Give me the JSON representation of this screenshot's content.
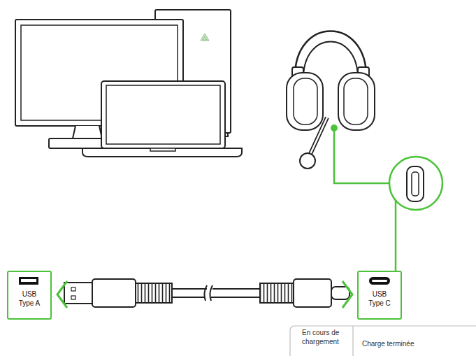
{
  "diagram": {
    "nodes": [
      {
        "text": [
          "USB Type A"
        ]
      },
      {
        "text": [
          "USB Type C"
        ]
      }
    ],
    "labels": [
      "En cours de chargement",
      "Charge terminée"
    ]
  }
}
